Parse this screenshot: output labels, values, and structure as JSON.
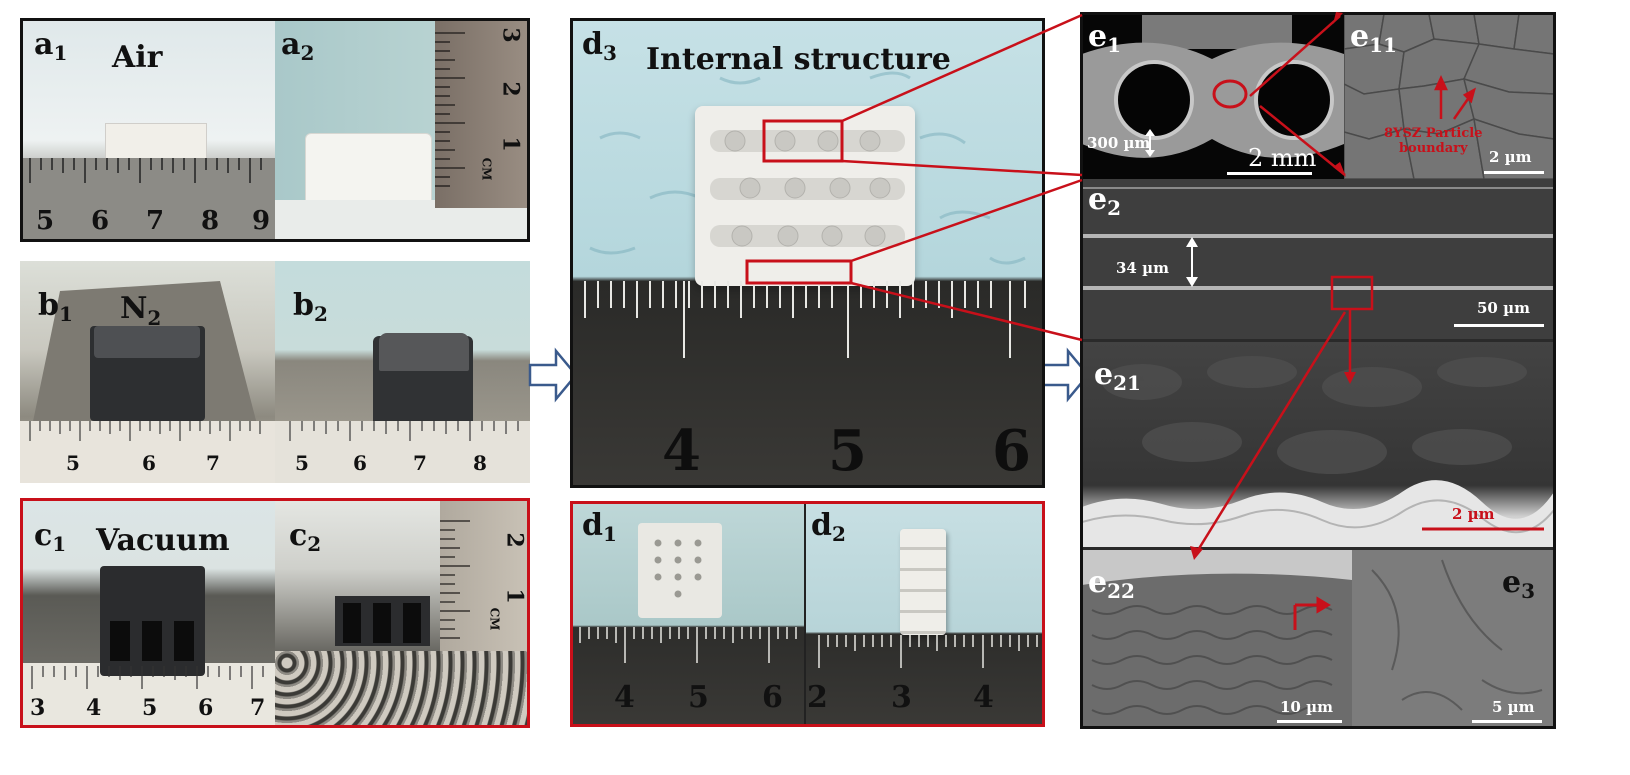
{
  "panels": {
    "a1": {
      "label_main": "a",
      "label_sub": "1",
      "title": "Air",
      "ruler_numbers": [
        "5",
        "6",
        "7",
        "8",
        "9"
      ]
    },
    "a2": {
      "label_main": "a",
      "label_sub": "2",
      "ruler_numbers": [
        "3",
        "2",
        "1"
      ],
      "ruler_unit": "CM"
    },
    "b1": {
      "label_main": "b",
      "label_sub": "1",
      "title_main": "N",
      "title_sub": "2",
      "ruler_numbers": [
        "5",
        "6",
        "7"
      ]
    },
    "b2": {
      "label_main": "b",
      "label_sub": "2",
      "ruler_numbers": [
        "5",
        "6",
        "7",
        "8"
      ]
    },
    "c1": {
      "label_main": "c",
      "label_sub": "1",
      "title": "Vacuum",
      "ruler_numbers": [
        "3",
        "4",
        "5",
        "6",
        "7"
      ]
    },
    "c2": {
      "label_main": "c",
      "label_sub": "2",
      "ruler_numbers": [
        "2",
        "1"
      ],
      "ruler_unit": "CM"
    },
    "d3": {
      "label_main": "d",
      "label_sub": "3",
      "title": "Internal structure",
      "ruler_numbers": [
        "4",
        "5",
        "6"
      ]
    },
    "d1": {
      "label_main": "d",
      "label_sub": "1",
      "ruler_numbers": [
        "4",
        "5",
        "6"
      ]
    },
    "d2": {
      "label_main": "d",
      "label_sub": "2",
      "ruler_numbers": [
        "2",
        "3",
        "4"
      ]
    },
    "e1": {
      "label_main": "e",
      "label_sub": "1",
      "thickness": "300 µm",
      "scale": "2 mm"
    },
    "e11": {
      "label_main": "e",
      "label_sub": "11",
      "annotation_line1": "8YSZ Particle",
      "annotation_line2": "boundary",
      "scale": "2 µm"
    },
    "e2": {
      "label_main": "e",
      "label_sub": "2",
      "thickness": "34 µm",
      "scale": "50 µm"
    },
    "e21": {
      "label_main": "e",
      "label_sub": "21",
      "scale": "2 µm"
    },
    "e22": {
      "label_main": "e",
      "label_sub": "22",
      "scale": "10 µm"
    },
    "e3": {
      "label_main": "e",
      "label_sub": "3",
      "scale": "5 µm"
    }
  },
  "colors": {
    "frame": "#111111",
    "highlight": "#c8101a",
    "arrow_outline": "#3a5a8c"
  }
}
